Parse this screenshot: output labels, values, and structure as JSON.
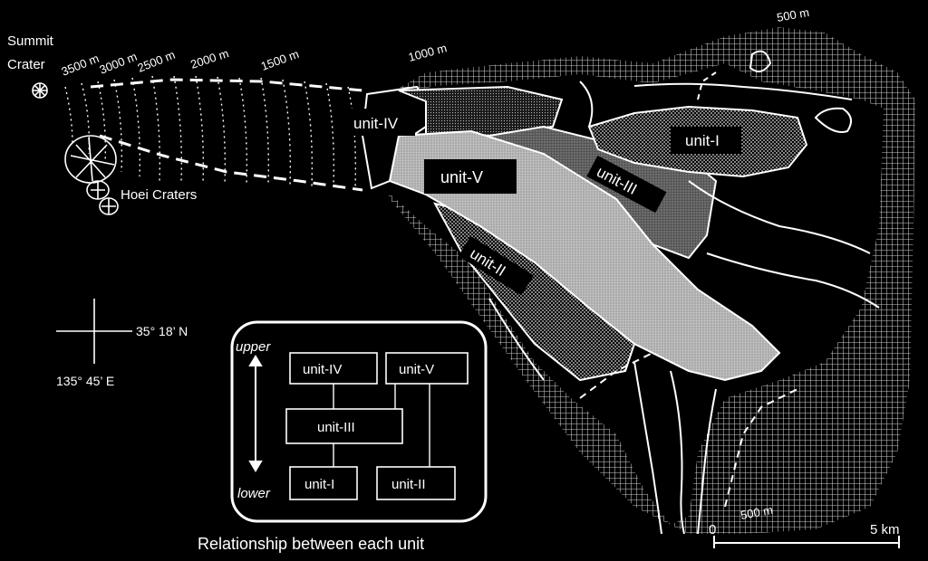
{
  "summit_crater": {
    "line1": "Summit",
    "line2": "Crater"
  },
  "hoei_craters": "Hoei  Craters",
  "contours": {
    "c3500": "3500 m",
    "c3000": "3000 m",
    "c2500": "2500 m",
    "c2000": "2000 m",
    "c1500": "1500 m",
    "c1000": "1000 m",
    "c500_top": "500 m",
    "c500_bottom": "500 m"
  },
  "units": {
    "u1": "unit-I",
    "u2": "unit-II",
    "u3": "unit-III",
    "u4": "unit-IV",
    "u5": "unit-V"
  },
  "coordinates": {
    "lat": "35°  18’ N",
    "lon": "135°  45’ E"
  },
  "relationship": {
    "title": "Relationship between each unit",
    "upper": "upper",
    "lower": "lower",
    "boxes": {
      "u4": "unit-IV",
      "u5": "unit-V",
      "u3": "unit-III",
      "u1": "unit-I",
      "u2": "unit-II"
    }
  },
  "scale_bar": {
    "start": "0",
    "end": "5 km"
  },
  "colors": {
    "background": "#000000",
    "line": "#ffffff",
    "fill_grey": "#b8b8b8"
  }
}
